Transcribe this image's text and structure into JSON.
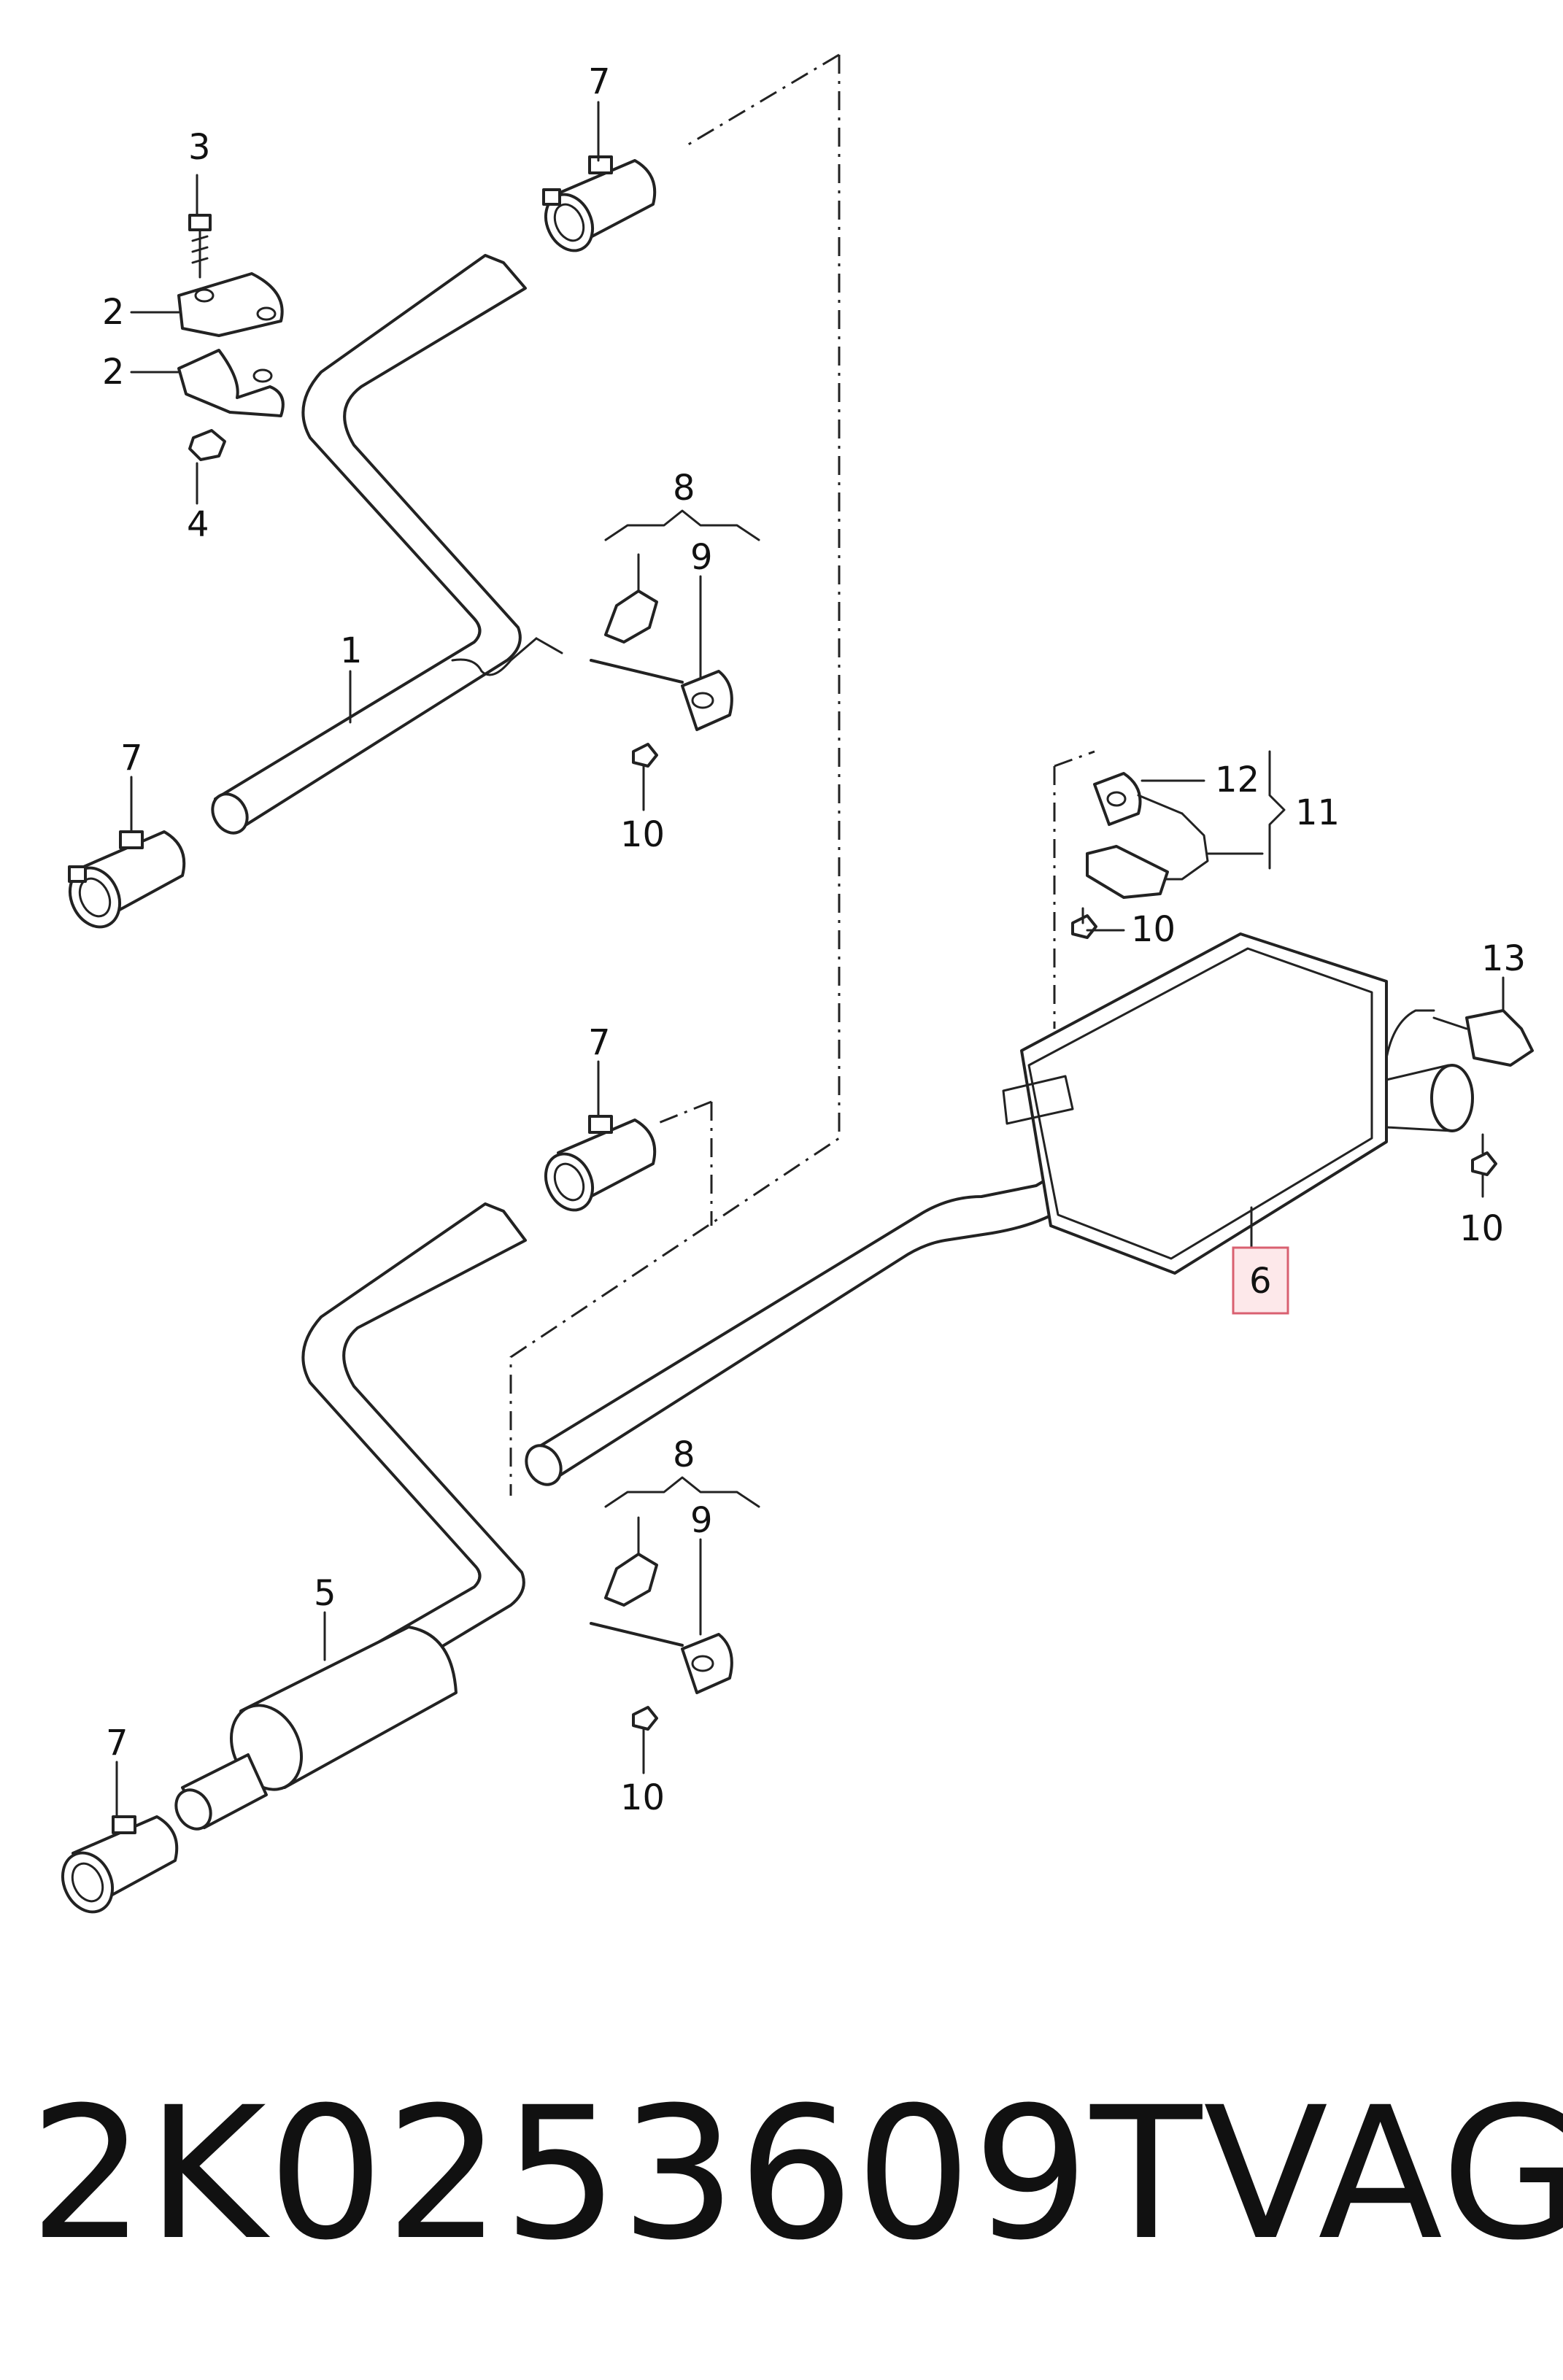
{
  "callouts": {
    "c1": "1",
    "c2a": "2",
    "c2b": "2",
    "c3": "3",
    "c4": "4",
    "c5": "5",
    "c6": "6",
    "c7a": "7",
    "c7b": "7",
    "c7c": "7",
    "c7d": "7",
    "c8a": "8",
    "c8b": "8",
    "c9a": "9",
    "c9b": "9",
    "c10a": "10",
    "c10b": "10",
    "c10c": "10",
    "c10d": "10",
    "c11": "11",
    "c12": "12",
    "c13": "13"
  },
  "caption": {
    "part_number": "2K0253609T",
    "brand": "VAG"
  },
  "colors": {
    "highlight_fill": "#fde8ea",
    "highlight_stroke": "#d96070"
  }
}
